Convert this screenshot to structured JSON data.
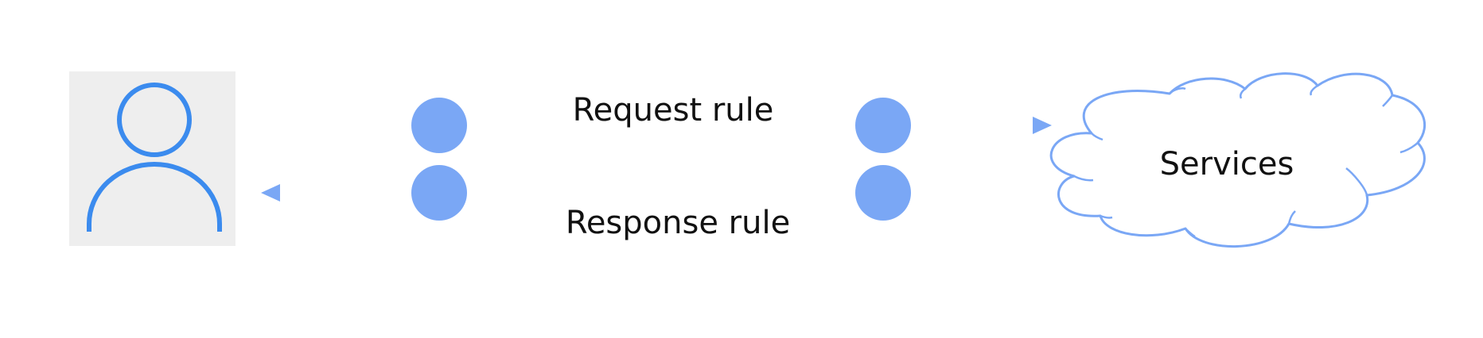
{
  "flow": {
    "request_label": "Request rule",
    "response_label": "Response rule"
  },
  "service": {
    "label": "Services"
  },
  "icons": {
    "user": "user-icon",
    "cloud": "cloud-icon"
  },
  "colors": {
    "accent": "#7aa7f5",
    "user_icon": "#3b8bee",
    "user_background": "#eeeeee",
    "cloud_stroke": "#7aa7f5",
    "text": "#111111"
  }
}
